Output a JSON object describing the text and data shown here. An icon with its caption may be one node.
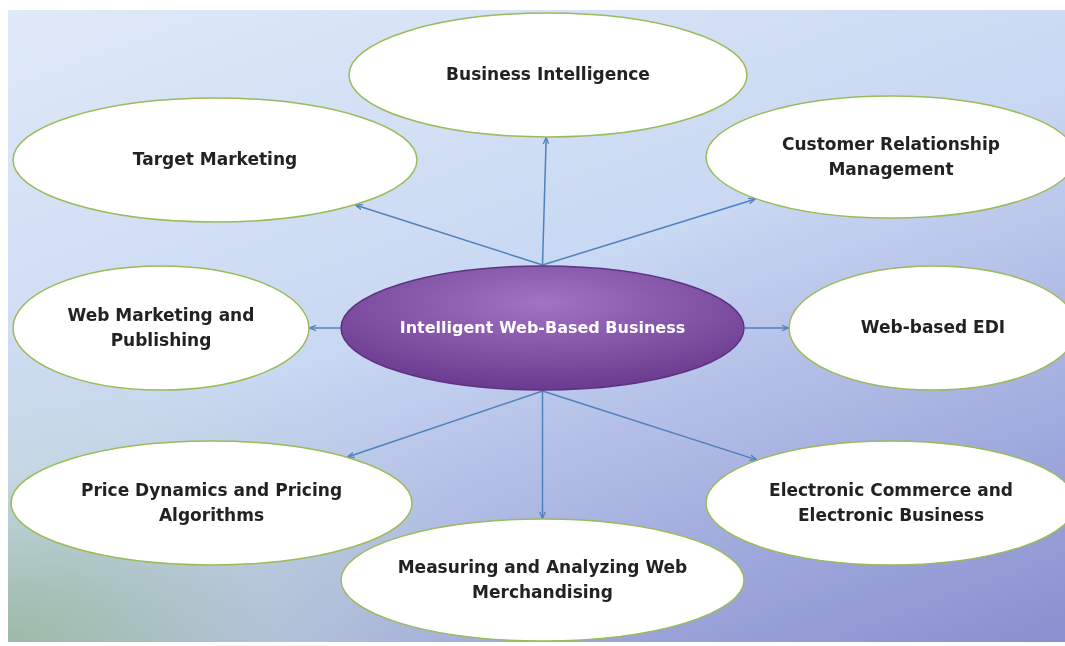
{
  "diagram": {
    "nodes": [
      {
        "text": [
          "Business Intelligence"
        ]
      },
      {
        "text": [
          "Target Marketing"
        ]
      },
      {
        "text": [
          "Customer Relationship Management"
        ]
      },
      {
        "text": [
          "Web Marketing and Publishing"
        ]
      },
      {
        "text": [
          "Intelligent Web-Based Business"
        ]
      },
      {
        "text": [
          "Web-based EDI"
        ]
      },
      {
        "text": [
          "Price Dynamics and Pricing Algorithms"
        ]
      },
      {
        "text": [
          "Electronic Commerce and Electronic Business"
        ]
      },
      {
        "text": [
          "Measuring and Analyzing Web Merchandising"
        ]
      }
    ],
    "edges": [
      {
        "from": 4,
        "to": 0,
        "arrow": "to"
      },
      {
        "from": 4,
        "to": 1,
        "arrow": "to"
      },
      {
        "from": 4,
        "to": 2,
        "arrow": "to"
      },
      {
        "from": 4,
        "to": 3,
        "arrow": "to"
      },
      {
        "from": 4,
        "to": 5,
        "arrow": "to"
      },
      {
        "from": 4,
        "to": 6,
        "arrow": "to"
      },
      {
        "from": 4,
        "to": 7,
        "arrow": "to"
      },
      {
        "from": 4,
        "to": 8,
        "arrow": "to"
      }
    ]
  }
}
